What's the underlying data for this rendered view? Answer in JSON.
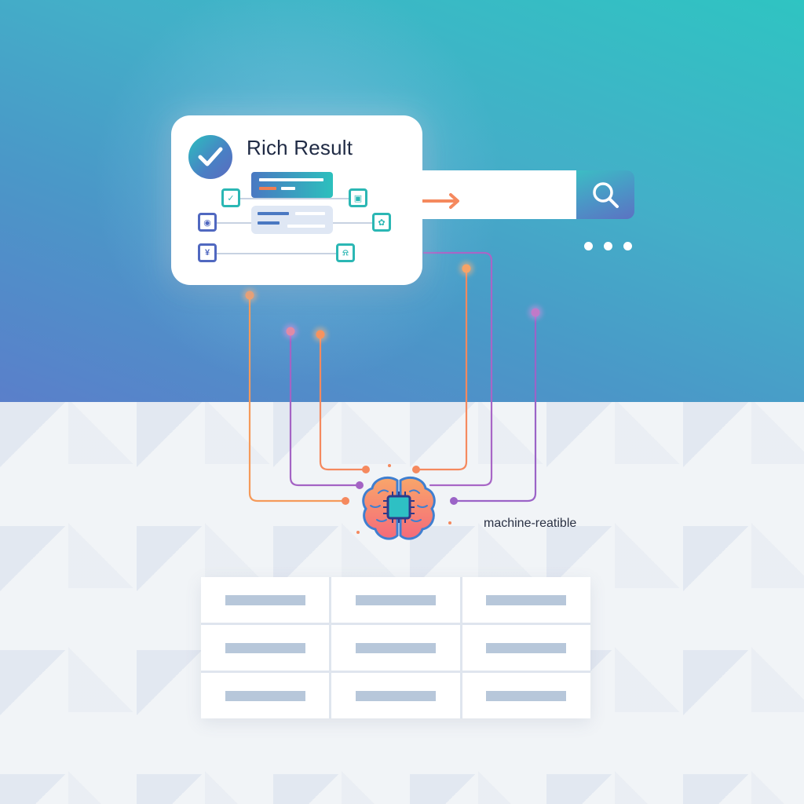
{
  "card": {
    "title": "Rich Result",
    "check_icon": "check-circle-icon",
    "rows": [
      {
        "left_icon": "check-icon",
        "left_glyph": "✓",
        "right_icon": "image-frame-icon",
        "right_glyph": "▣"
      },
      {
        "left_icon": "chat-icon",
        "left_glyph": "◉",
        "right_icon": "puzzle-icon",
        "right_glyph": "✿"
      },
      {
        "left_icon": "yen-icon",
        "left_glyph": "¥",
        "right_icon": "bell-icon",
        "right_glyph": "⍾"
      }
    ]
  },
  "search": {
    "input_value": "",
    "button_icon": "search-icon",
    "arrow_icon": "arrow-right-icon",
    "more_icon": "more-dots-icon"
  },
  "brain": {
    "icon": "brain-chip-icon",
    "caption": "machine-reatible"
  },
  "table": {
    "rows": 3,
    "columns": 3,
    "cells": [
      [
        "",
        "",
        ""
      ],
      [
        "",
        "",
        ""
      ],
      [
        "",
        "",
        ""
      ]
    ]
  },
  "colors": {
    "hero_teal": "#2fc4c2",
    "hero_blue": "#5a7fca",
    "wire_orange": "#f59a5a",
    "wire_purple": "#9b63c7",
    "accent_orange": "#f07e52",
    "title_text": "#1f2a44",
    "placeholder_bar": "#b7c7da"
  }
}
